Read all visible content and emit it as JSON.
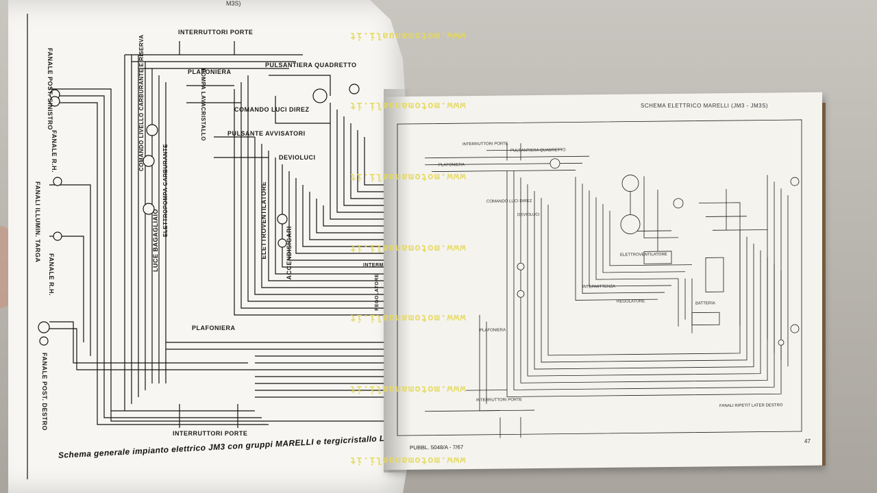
{
  "left_page": {
    "top_cut_label": "M3S)",
    "labels": [
      "INTERRUTTORI PORTE",
      "PULSANTIERA QUADRETTO",
      "PLAFONIERA",
      "COMANDO LUCI DIREZ",
      "PULSANTE AVVISATORI",
      "DEVIOLUCI",
      "ELETTROVENTILATORE",
      "ACCENDISIGARI",
      "INTERMITTENZA",
      "REGOLATORE",
      "PLAFONIERA",
      "INTERRUTTORI PORTE"
    ],
    "vertical_labels": [
      "FANALE POST. SINISTRO",
      "FANALE R.H.",
      "FANALI ILLUMIN. TARGA",
      "FANALE R.H.",
      "FANALE POST. DESTRO",
      "POMPA LAVACRISTALLO",
      "COMANDO LIVELLO CARBURANTE E RISERVA",
      "ELETTROPOMPA CARBURANTE",
      "LUCE BAGAGLIAIO"
    ],
    "caption": "Schema generale impianto elettrico JM3 con gruppi MARELLI e tergicristallo LUCAS"
  },
  "right_page": {
    "header": "SCHEMA ELETTRICO MARELLI (JM3 - JM3S)",
    "labels": [
      "INTERRUTTORI PORTE",
      "PULSANTIERA QUADRETTO",
      "PLAFONIERA",
      "COMANDO LUCI DIREZ",
      "DEVIOLUCI",
      "ELETTROVENTILATORE",
      "INTERMITTENZA",
      "REGOLATORE",
      "BATTERIA",
      "PLAFONIERA",
      "INTERRUTTORI PORTE",
      "FANALI RIPETIT LATER DESTRO"
    ],
    "publication": "PUBBL. 5048/A - 7/67",
    "page_number": "47"
  },
  "watermark": "www.motomanuali.it",
  "colors": {
    "paper": "#f7f6f2",
    "ink": "#1a1a1a",
    "watermark": "#e6d95a",
    "table": "#b9b6b0"
  }
}
